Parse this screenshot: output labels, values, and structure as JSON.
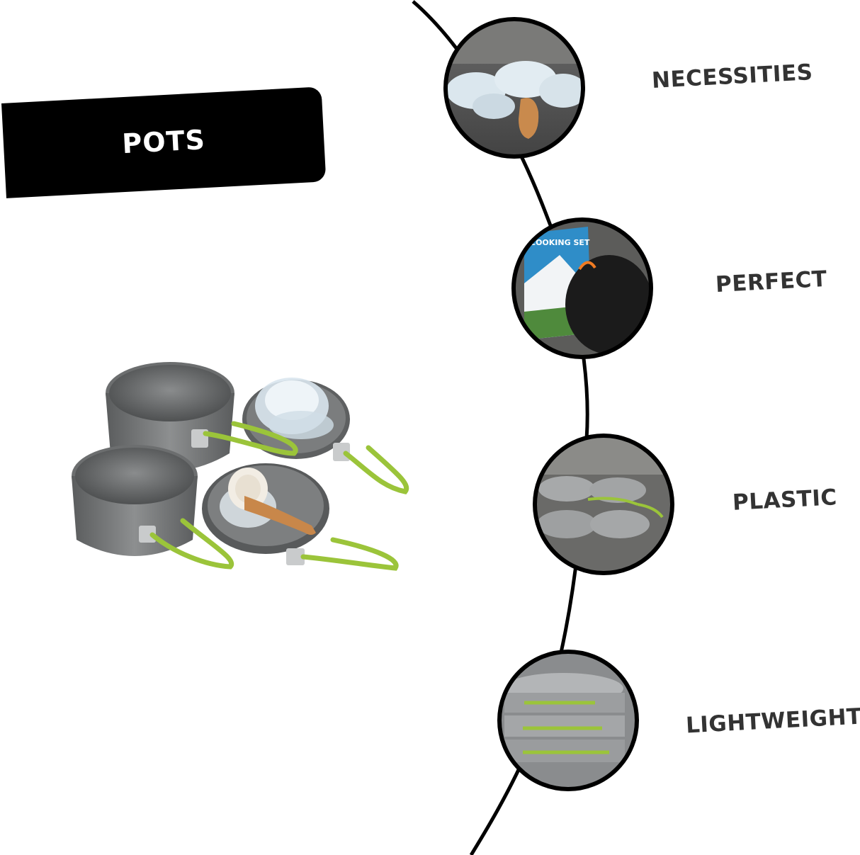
{
  "banner": {
    "label": "POTS"
  },
  "features": [
    {
      "label": "NECESSITIES",
      "icon": "bowls-photo-icon"
    },
    {
      "label": "PERFECT",
      "icon": "storage-bag-photo-icon"
    },
    {
      "label": "PLASTIC",
      "icon": "cookware-set-photo-icon"
    },
    {
      "label": "LIGHTWEIGHT",
      "icon": "stacked-pots-photo-icon"
    }
  ],
  "thumbnail_text": "COOKING SET",
  "colors": {
    "background": "#ffffff",
    "banner": "#000000",
    "banner_text": "#ffffff",
    "label_text": "#333333",
    "pot_gray": "#6f7172",
    "handle_green": "#9bc43a",
    "wood": "#c8874a"
  }
}
